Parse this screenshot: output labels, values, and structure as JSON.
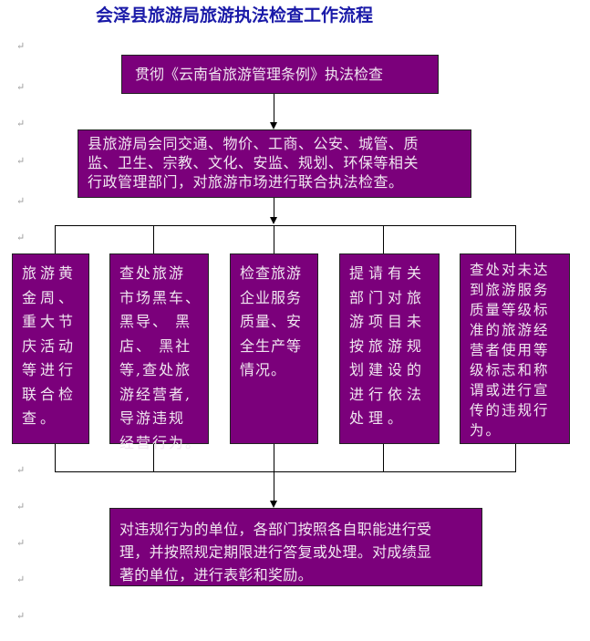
{
  "title": "会泽县旅游局旅游执法检查工作流程",
  "top_box": "贯彻《云南省旅游管理条例》执法检查",
  "second_box": [
    "县旅游局会同交通、物价、工商、公安、城管、质",
    "监、卫生、宗教、文化、安监、规划、环保等相关",
    "行政管理部门，对旅游市场进行联合执法检查。"
  ],
  "columns": [
    [
      "旅游黄",
      "金周、",
      "重大节",
      "庆活动",
      "等进行",
      "联合检",
      "查。"
    ],
    [
      "查处旅游",
      "市场黑车、",
      "黑导、 黑",
      "店、 黑社",
      "等,查处旅",
      "游经营者,",
      "导游违规",
      "经营行为。"
    ],
    [
      "检查旅游",
      "企业服务",
      "质量、安",
      "全生产等",
      "情况。"
    ],
    [
      "提请有关",
      "部门对旅",
      "游项目未",
      "按旅游规",
      "划建设的",
      "进行依法",
      "处理。"
    ],
    [
      "查处对未达",
      "到旅游服务",
      "质量等级标",
      "准的旅游经",
      "营者使用等",
      "级标志和称",
      "谓或进行宣",
      "传的违规行",
      "为。"
    ]
  ],
  "bottom_box": [
    "对违规行为的单位，各部门按照各自职能进行受",
    "理，并按照规定期限进行答复或处理。对成绩显",
    "著的单位，进行表彰和奖励。"
  ],
  "colors": {
    "box": "#7b007b",
    "title": "#1a1aa8"
  }
}
